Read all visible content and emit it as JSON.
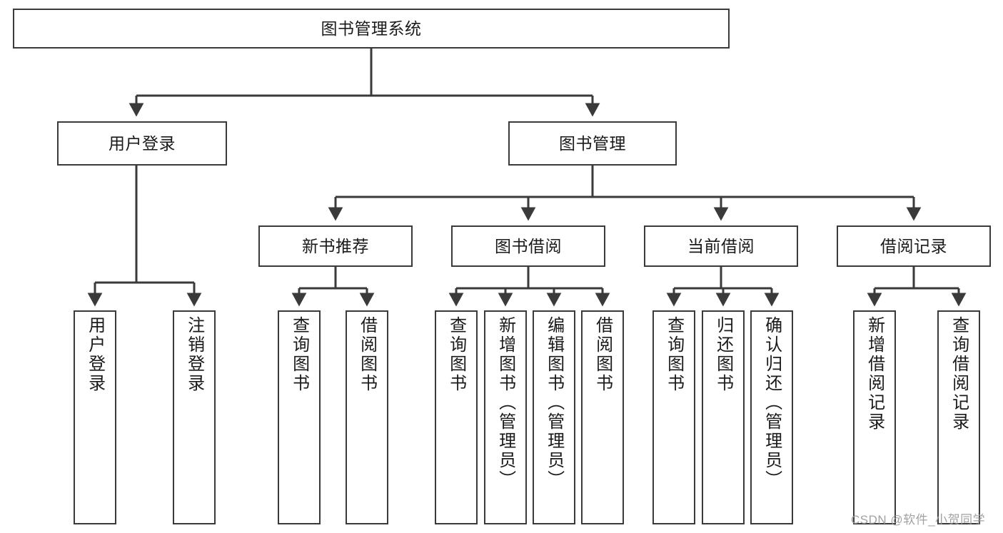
{
  "diagram": {
    "title": "图书管理系统",
    "type": "tree-hierarchy-chart",
    "orientation": "top-down",
    "colors": {
      "box_stroke": "#3a3a3a",
      "box_fill": "#ffffff",
      "edge_stroke": "#3a3a3a",
      "text": "#1a1a1a",
      "watermark": "#9a9a9a"
    }
  },
  "nodes": {
    "root": {
      "label": "图书管理系统"
    },
    "level1": [
      {
        "label": "用户登录"
      },
      {
        "label": "图书管理"
      }
    ],
    "level2": [
      {
        "label": "新书推荐"
      },
      {
        "label": "图书借阅"
      },
      {
        "label": "当前借阅"
      },
      {
        "label": "借阅记录"
      }
    ],
    "leaves_user_login": [
      {
        "label": "用户登录"
      },
      {
        "label": "注销登录"
      }
    ],
    "leaves_new_books": [
      {
        "label": "查询图书"
      },
      {
        "label": "借阅图书"
      }
    ],
    "leaves_book_borrow": [
      {
        "label": "查询图书"
      },
      {
        "label": "新增图书（管理员）"
      },
      {
        "label": "编辑图书（管理员）"
      },
      {
        "label": "借阅图书"
      }
    ],
    "leaves_current_borrow": [
      {
        "label": "查询图书"
      },
      {
        "label": "归还图书"
      },
      {
        "label": "确认归还（管理员）"
      }
    ],
    "leaves_borrow_records": [
      {
        "label": "新增借阅记录"
      },
      {
        "label": "查询借阅记录"
      }
    ]
  },
  "watermark": {
    "text": "CSDN @软件_小贺同学"
  }
}
